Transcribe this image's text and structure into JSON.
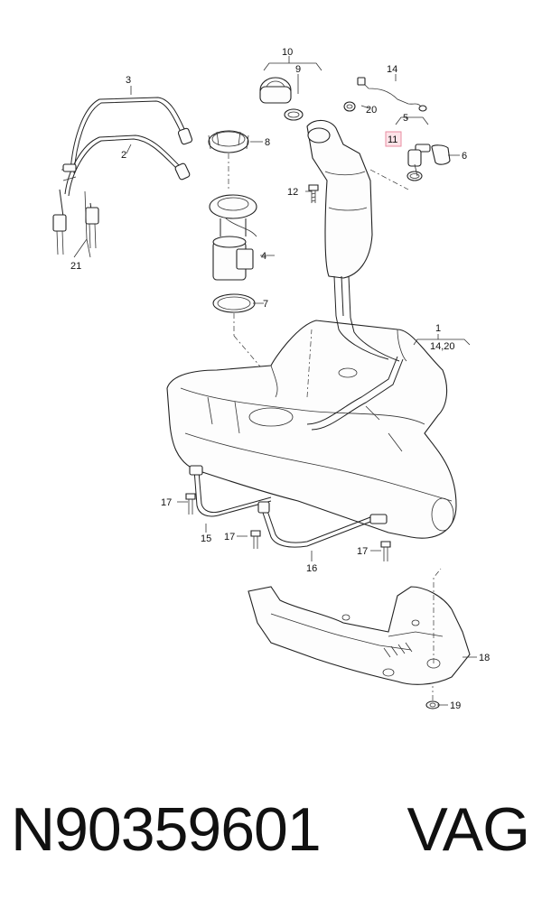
{
  "callouts": {
    "c1": "1",
    "c1sub": "14,20",
    "c2": "2",
    "c3": "3",
    "c4": "4",
    "c5": "5",
    "c6": "6",
    "c7": "7",
    "c8": "8",
    "c9": "9",
    "c10": "10",
    "c11": "11",
    "c12": "12",
    "c14": "14",
    "c15": "15",
    "c16": "16",
    "c17a": "17",
    "c17b": "17",
    "c17c": "17",
    "c18": "18",
    "c19": "19",
    "c20": "20",
    "c21": "21"
  },
  "highlight_color": "#e98ea2",
  "footer": {
    "part_number": "N90359601",
    "brand": "VAG"
  }
}
